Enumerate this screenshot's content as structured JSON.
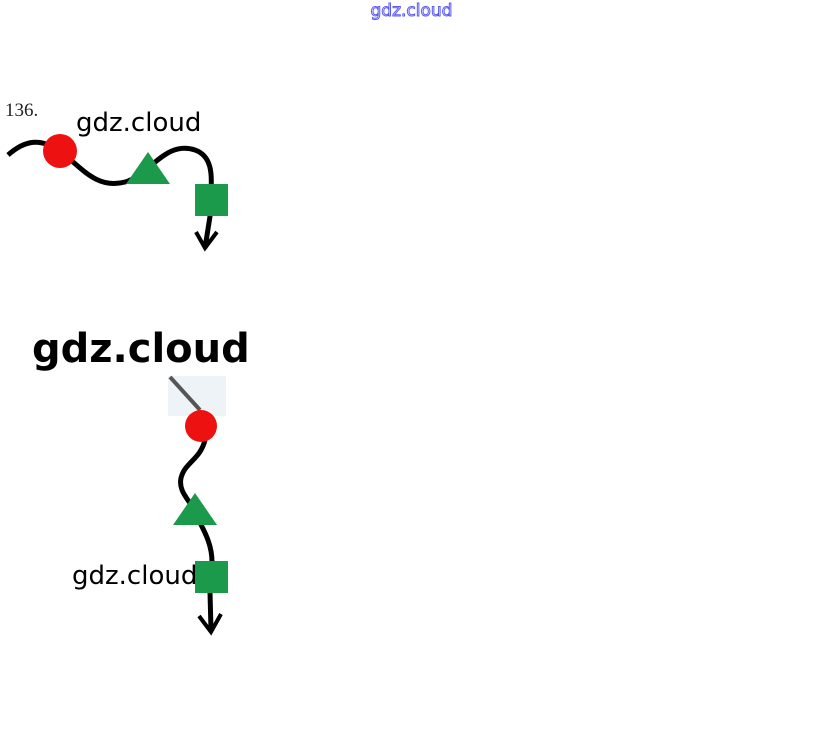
{
  "header": {
    "site_label": "gdz.cloud"
  },
  "problem": {
    "number": "136."
  },
  "watermarks": [
    "gdz.cloud",
    "gdz.cloud",
    "gdz.cloud"
  ],
  "colors": {
    "circle": "#ee1111",
    "triangle": "#1a9a4a",
    "square": "#1a9a4a",
    "path": "#000000"
  }
}
